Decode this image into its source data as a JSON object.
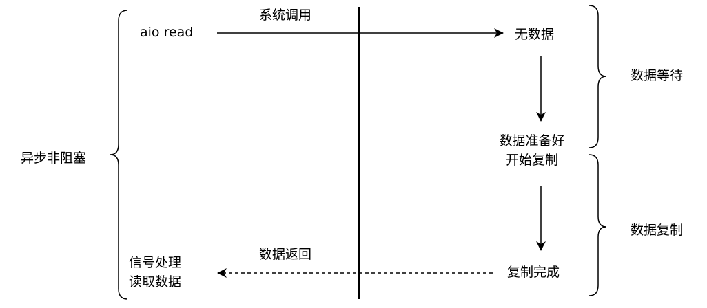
{
  "left_label": "异步非阻塞",
  "aio_read": "aio read",
  "syscall": "系统调用",
  "no_data": "无数据",
  "data_ready": [
    "数据准备好",
    "开始复制"
  ],
  "copy_done": "复制完成",
  "data_return": "数据返回",
  "signal_handle": [
    "信号处理",
    "读取数据"
  ],
  "phase_wait": "数据等待",
  "phase_copy": "数据复制",
  "colors": {
    "line": "#000000"
  }
}
